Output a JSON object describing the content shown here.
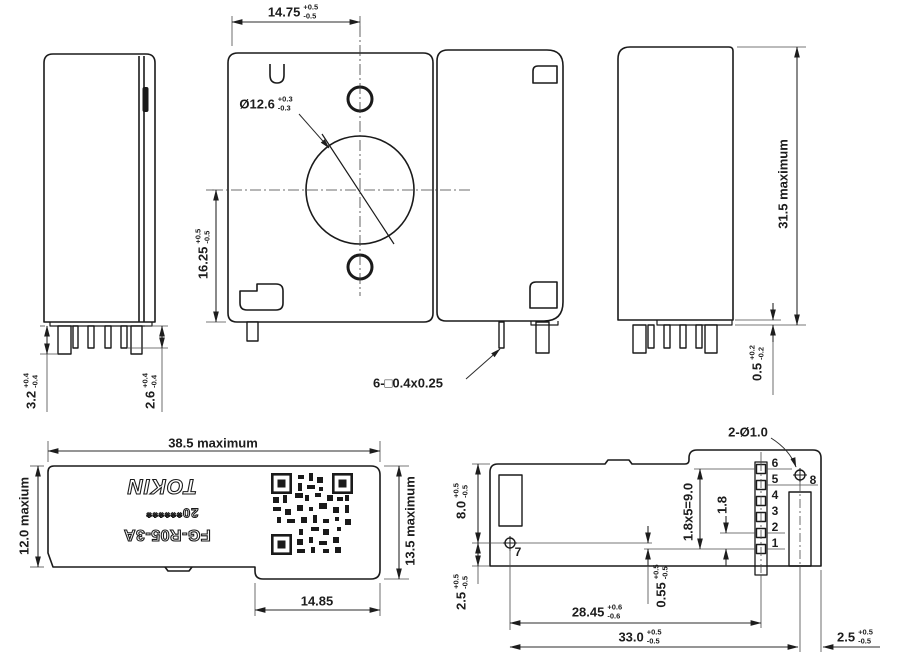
{
  "front_view": {
    "width_dim": {
      "value": "14.75",
      "tol_plus": "+0.5",
      "tol_minus": "-0.5"
    },
    "hole_dim": {
      "value": "Ø12.6",
      "tol_plus": "+0.3",
      "tol_minus": "-0.3"
    },
    "height_dim": {
      "value": "16.25",
      "tol_plus": "+0.5",
      "tol_minus": "-0.5"
    },
    "terminal_note": "6-□0.4x0.25"
  },
  "left_view": {
    "long_pin_dim": {
      "value": "3.2",
      "tol_plus": "+0.4",
      "tol_minus": "-0.4"
    },
    "short_pin_dim": {
      "value": "2.6",
      "tol_plus": "+0.4",
      "tol_minus": "-0.4"
    }
  },
  "right_view": {
    "height_dim": "31.5 maximum",
    "standoff_dim": {
      "value": "0.5",
      "tol_plus": "+0.2",
      "tol_minus": "-0.2"
    }
  },
  "top_view": {
    "length_dim": "38.5 maximum",
    "width_dim": "12.0 maxium",
    "step_width_dim": "13.5 maximum",
    "step_length_dim": "14.85",
    "brand": "TOKIN",
    "marking_code": "20******",
    "part_number": "FG-R05-3A"
  },
  "bottom_view": {
    "holes_note": "2-Ø1.0",
    "edge_to_hole_dim": {
      "value": "8.0",
      "tol_plus": "+0.5",
      "tol_minus": "-0.5"
    },
    "hole_to_edge_dim": {
      "value": "2.5",
      "tol_plus": "+0.5",
      "tol_minus": "-0.5"
    },
    "pitch_dim": "1.8x5=9.0",
    "pin_pitch_dim": "1.8",
    "offset_dim": {
      "value": "0.55",
      "tol_plus": "+0.5",
      "tol_minus": "-0.5"
    },
    "hole_to_pins_dim": {
      "value": "28.45",
      "tol_plus": "+0.6",
      "tol_minus": "-0.6"
    },
    "hole_to_hole_dim": {
      "value": "33.0",
      "tol_plus": "+0.5",
      "tol_minus": "-0.5"
    },
    "right_edge_dim": {
      "value": "2.5",
      "tol_plus": "+0.5",
      "tol_minus": "-0.5"
    },
    "pin_labels": {
      "p1": "1",
      "p2": "2",
      "p3": "3",
      "p4": "4",
      "p5": "5",
      "p6": "6"
    },
    "hole7_label": "7",
    "hole8_label": "8"
  }
}
